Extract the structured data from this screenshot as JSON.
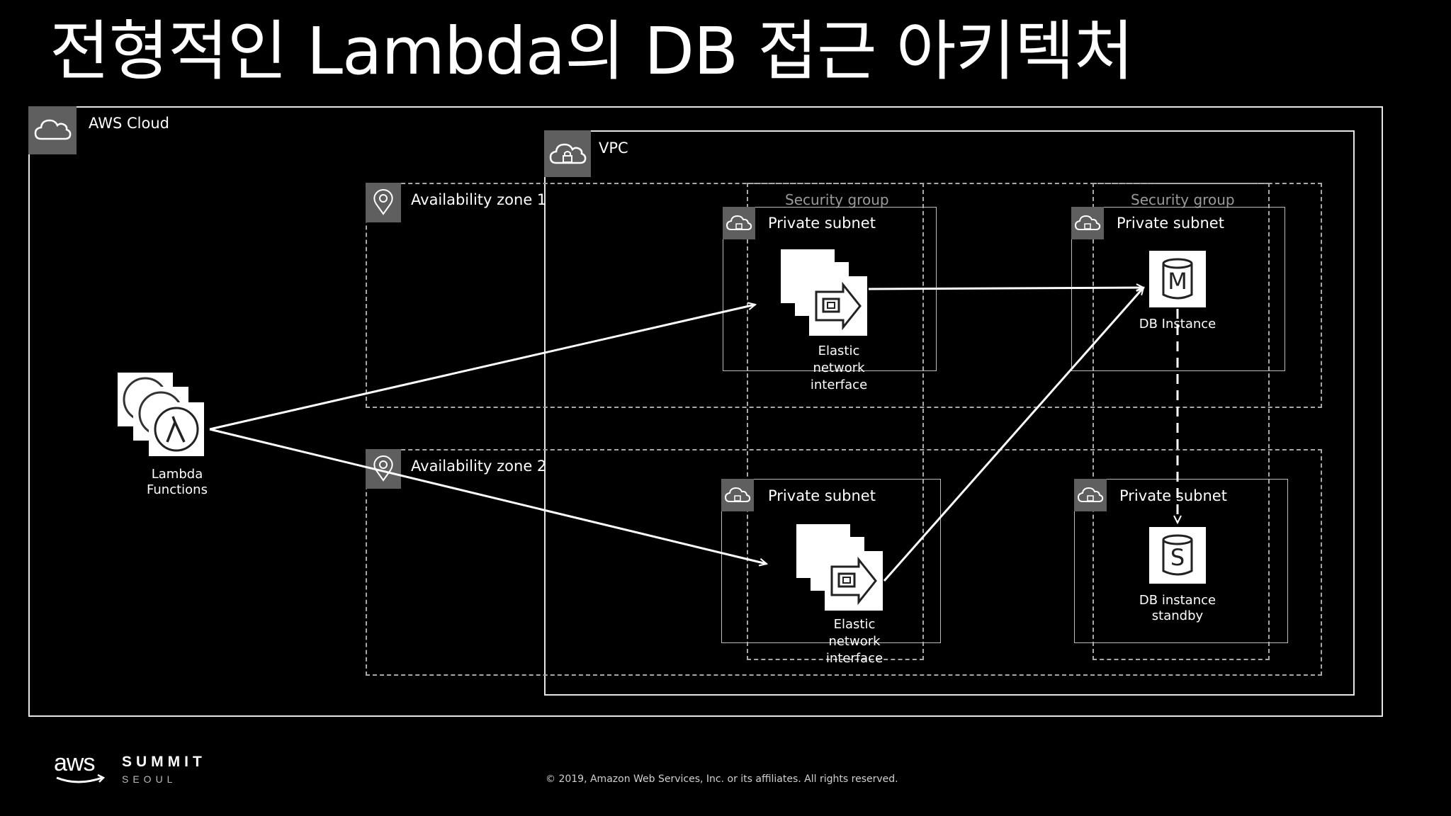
{
  "title": "전형적인 Lambda의 DB 접근 아키텍처",
  "aws_cloud": {
    "label": "AWS Cloud",
    "icon": "cloud-icon"
  },
  "vpc": {
    "label": "VPC",
    "icon": "cloud-lock-icon"
  },
  "availability_zones": [
    {
      "label": "Availability zone 1",
      "icon": "location-pin-icon"
    },
    {
      "label": "Availability zone 2",
      "icon": "location-pin-icon"
    }
  ],
  "security_groups": [
    {
      "label": "Security group"
    },
    {
      "label": "Security group"
    }
  ],
  "private_subnets": [
    {
      "label": "Private subnet"
    },
    {
      "label": "Private subnet"
    },
    {
      "label": "Private subnet"
    },
    {
      "label": "Private subnet"
    }
  ],
  "lambda": {
    "label_line1": "Lambda",
    "label_line2": "Functions",
    "icon": "lambda-icon"
  },
  "eni": [
    {
      "line1": "Elastic",
      "line2": "network",
      "line3": "interface",
      "icon": "eni-icon"
    },
    {
      "line1": "Elastic",
      "line2": "network",
      "line3": "interface",
      "icon": "eni-icon"
    }
  ],
  "db_master": {
    "label": "DB Instance",
    "letter": "M",
    "icon": "db-master-icon"
  },
  "db_standby": {
    "line1": "DB instance",
    "line2": "standby",
    "letter": "S",
    "icon": "db-standby-icon"
  },
  "footer": {
    "logo_text": "aws",
    "summit": "SUMMIT",
    "city": "SEOUL",
    "copyright": "© 2019, Amazon Web Services, Inc. or its affiliates. All rights reserved."
  }
}
